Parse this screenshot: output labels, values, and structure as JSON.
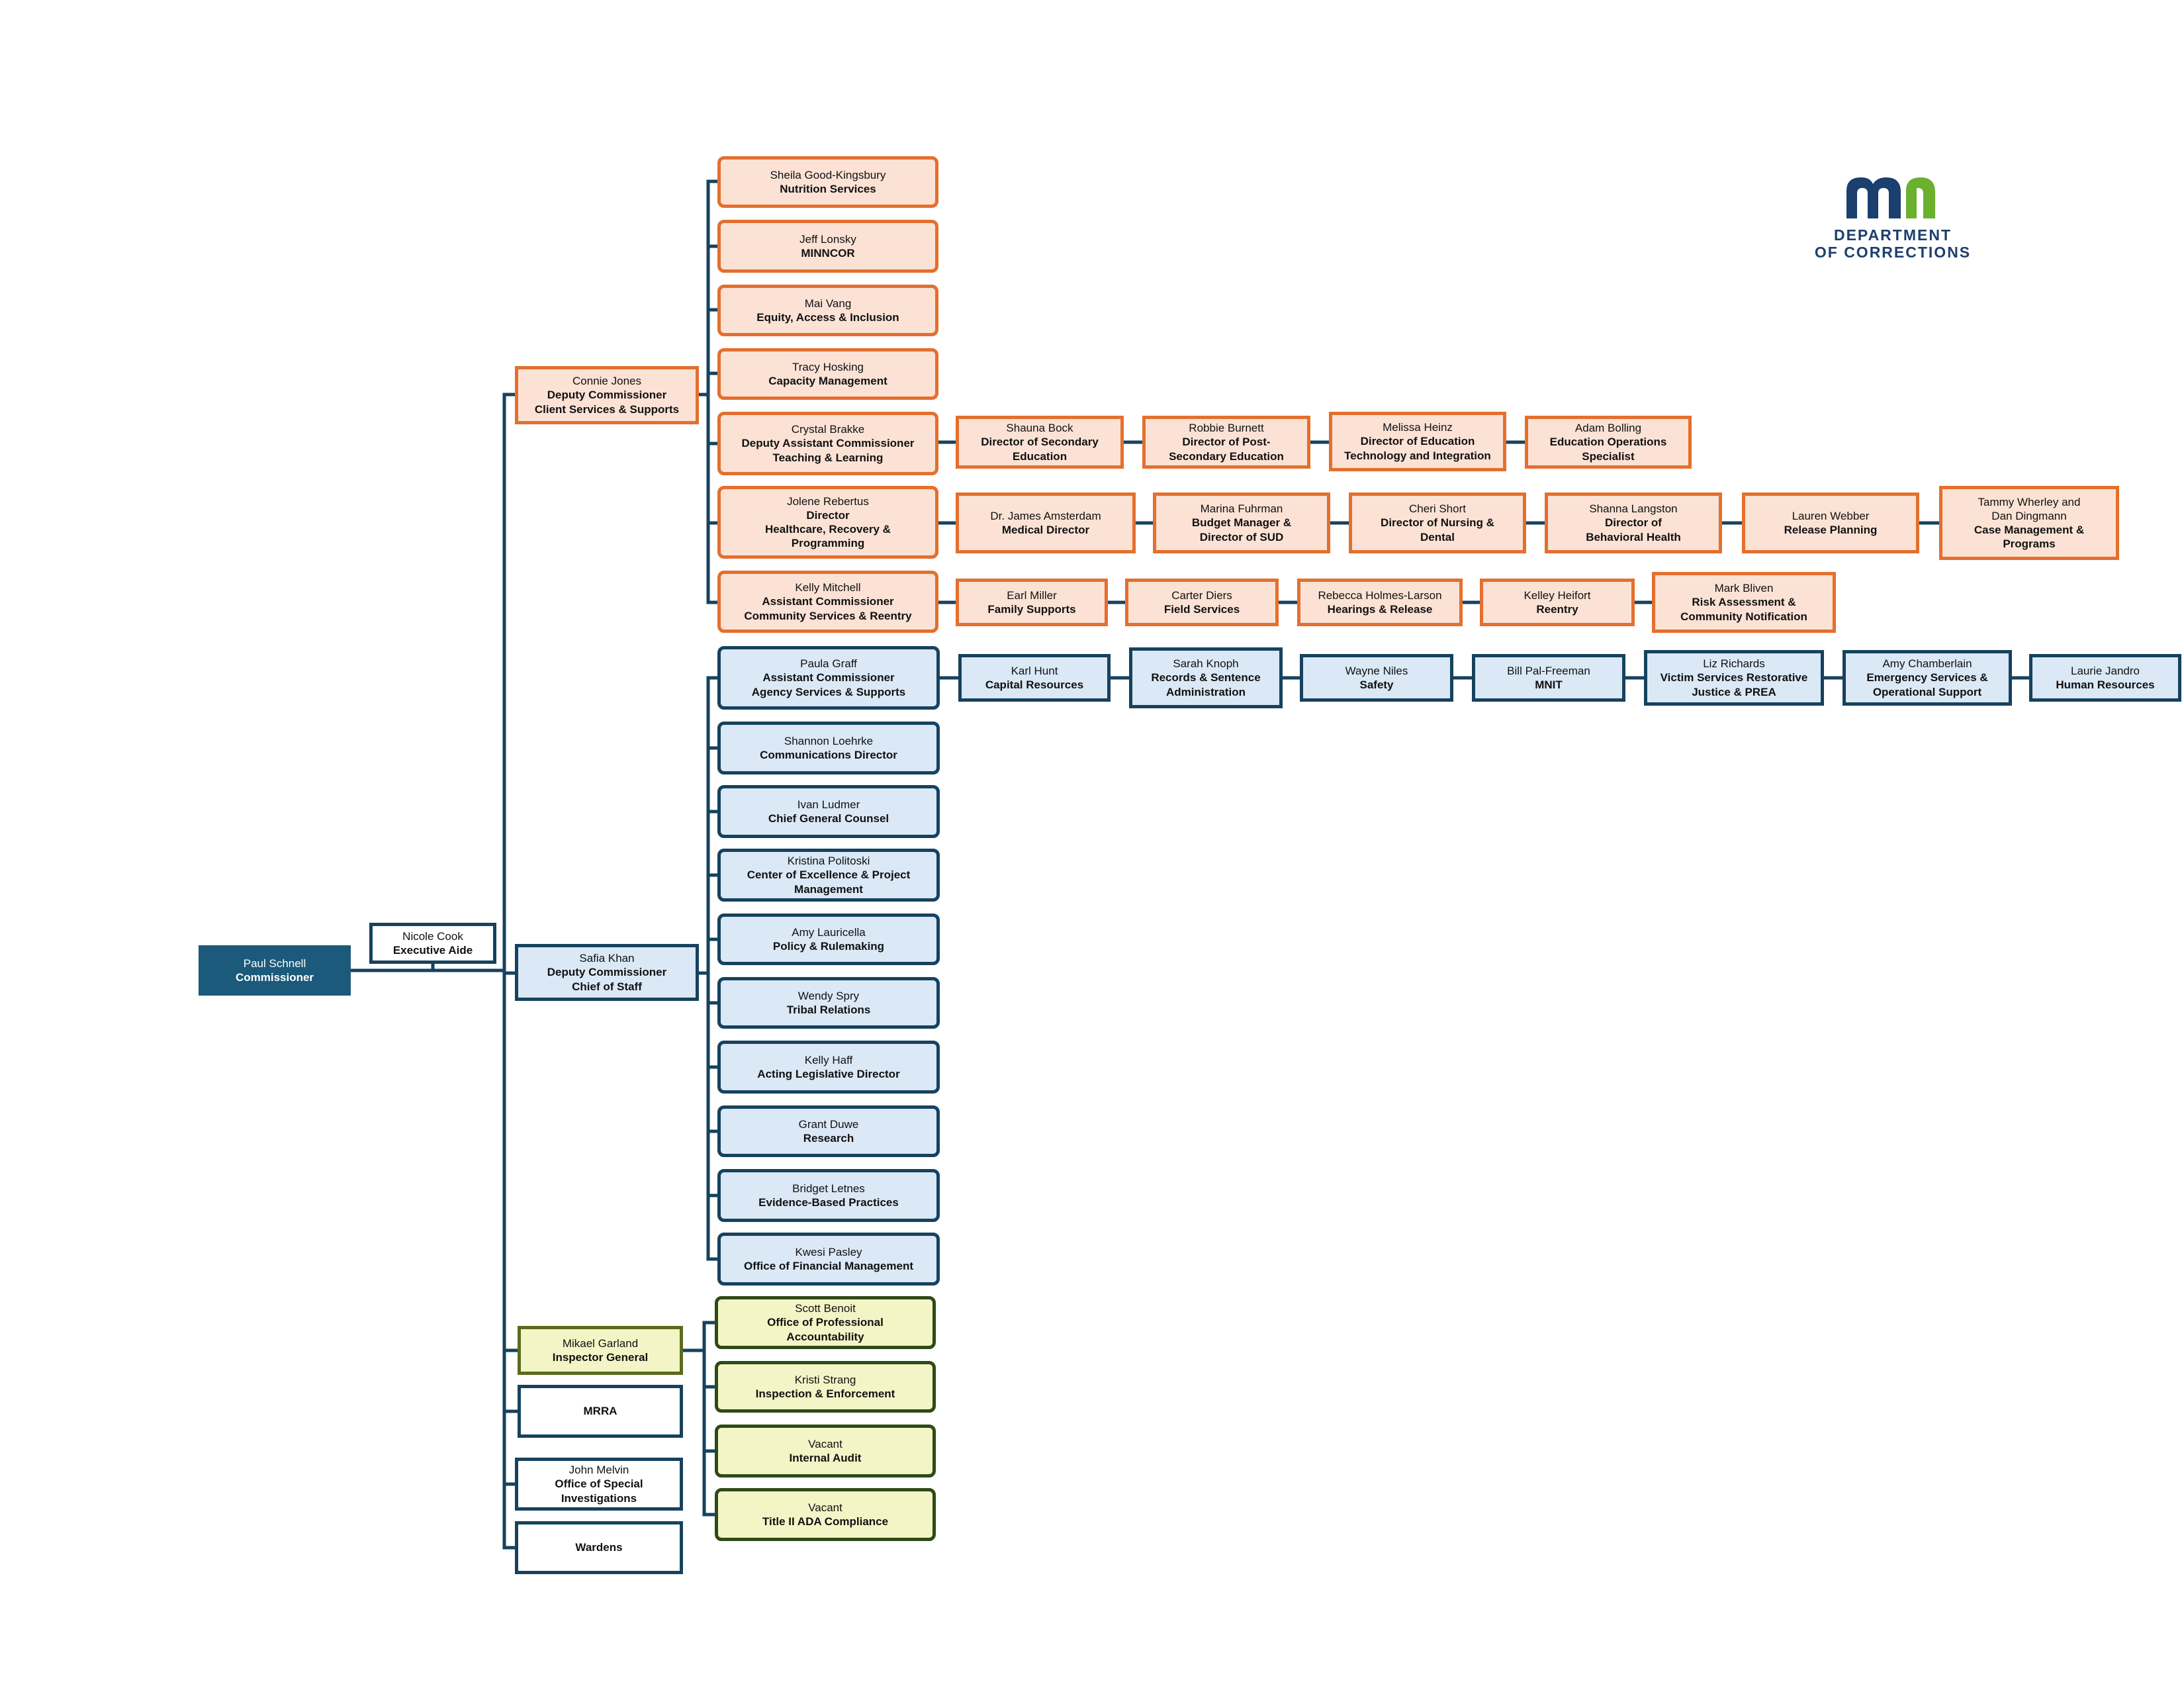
{
  "logo": {
    "mark": "mn",
    "line1": "DEPARTMENT",
    "line2": "OF CORRECTIONS",
    "colors": {
      "navy": "#1b3f6e",
      "green": "#6bb02e"
    }
  },
  "colors": {
    "line": "#16425e",
    "orange_border": "#e46f2e",
    "orange_fill": "#fbe2d5",
    "blue_border": "#16425e",
    "blue_fill": "#dbe8f6",
    "green_border": "#2e4a17",
    "green_fill": "#f4f5c6",
    "commissioner_fill": "#1b5a7a"
  },
  "nodes": {
    "commissioner": {
      "name": "Paul Schnell",
      "title": "Commissioner"
    },
    "exec_aide": {
      "name": "Nicole Cook",
      "title": "Executive Aide"
    },
    "connie": {
      "name": "Connie Jones",
      "title": "Deputy Commissioner\nClient Services & Supports"
    },
    "safia": {
      "name": "Safia Khan",
      "title": "Deputy Commissioner\nChief of Staff"
    },
    "mikael": {
      "name": "Mikael Garland",
      "title": "Inspector General"
    },
    "mrra": {
      "name": "",
      "title": "MRRA"
    },
    "john": {
      "name": "John Melvin",
      "title": "Office of Special\nInvestigations"
    },
    "wardens": {
      "name": "",
      "title": "Wardens"
    },
    "sheila": {
      "name": "Sheila Good-Kingsbury",
      "title": "Nutrition Services"
    },
    "jeff": {
      "name": "Jeff Lonsky",
      "title": "MINNCOR"
    },
    "mai": {
      "name": "Mai Vang",
      "title": "Equity, Access & Inclusion"
    },
    "tracy": {
      "name": "Tracy Hosking",
      "title": "Capacity Management"
    },
    "crystal": {
      "name": "Crystal Brakke",
      "title": "Deputy Assistant Commissioner\nTeaching & Learning"
    },
    "jolene": {
      "name": "Jolene Rebertus",
      "title": "Director\nHealthcare, Recovery &\nProgramming"
    },
    "kelly_m": {
      "name": "Kelly Mitchell",
      "title": "Assistant Commissioner\nCommunity Services & Reentry"
    },
    "shauna": {
      "name": "Shauna Bock",
      "title": "Director of Secondary\nEducation"
    },
    "robbie": {
      "name": "Robbie Burnett",
      "title": "Director of Post-\nSecondary Education"
    },
    "melissa": {
      "name": "Melissa Heinz",
      "title": "Director of Education\nTechnology and Integration"
    },
    "adam": {
      "name": "Adam Bolling",
      "title": "Education Operations\nSpecialist"
    },
    "james": {
      "name": "Dr. James Amsterdam",
      "title": "Medical Director"
    },
    "marina": {
      "name": "Marina Fuhrman",
      "title": "Budget Manager &\nDirector of SUD"
    },
    "cheri": {
      "name": "Cheri Short",
      "title": "Director of Nursing &\nDental"
    },
    "shanna": {
      "name": "Shanna Langston",
      "title": "Director of\nBehavioral Health"
    },
    "lauren": {
      "name": "Lauren Webber",
      "title": "Release Planning"
    },
    "tammy": {
      "name": "Tammy Wherley and\nDan Dingmann",
      "title": "Case Management &\nPrograms"
    },
    "earl": {
      "name": "Earl Miller",
      "title": "Family Supports"
    },
    "carter": {
      "name": "Carter Diers",
      "title": "Field Services"
    },
    "rebecca": {
      "name": "Rebecca Holmes-Larson",
      "title": "Hearings & Release"
    },
    "kelley": {
      "name": "Kelley Heifort",
      "title": "Reentry"
    },
    "mark": {
      "name": "Mark Bliven",
      "title": "Risk Assessment &\nCommunity Notification"
    },
    "paula": {
      "name": "Paula Graff",
      "title": "Assistant Commissioner\nAgency Services & Supports"
    },
    "shannon": {
      "name": "Shannon Loehrke",
      "title": "Communications Director"
    },
    "ivan": {
      "name": "Ivan Ludmer",
      "title": "Chief General Counsel"
    },
    "kristina": {
      "name": "Kristina Politoski",
      "title": "Center of Excellence & Project\nManagement"
    },
    "amy_l": {
      "name": "Amy Lauricella",
      "title": "Policy & Rulemaking"
    },
    "wendy": {
      "name": "Wendy Spry",
      "title": "Tribal Relations"
    },
    "kelly_h": {
      "name": "Kelly Haff",
      "title": "Acting Legislative Director"
    },
    "grant": {
      "name": "Grant Duwe",
      "title": "Research"
    },
    "bridget": {
      "name": "Bridget Letnes",
      "title": "Evidence-Based Practices"
    },
    "kwesi": {
      "name": "Kwesi Pasley",
      "title": "Office of Financial Management"
    },
    "karl": {
      "name": "Karl Hunt",
      "title": "Capital Resources"
    },
    "sarah": {
      "name": "Sarah Knoph",
      "title": "Records & Sentence\nAdministration"
    },
    "wayne": {
      "name": "Wayne Niles",
      "title": "Safety"
    },
    "bill": {
      "name": "Bill Pal-Freeman",
      "title": "MNIT"
    },
    "liz": {
      "name": "Liz Richards",
      "title": "Victim Services Restorative\nJustice & PREA"
    },
    "amy_c": {
      "name": "Amy Chamberlain",
      "title": "Emergency Services &\nOperational Support"
    },
    "laurie": {
      "name": "Laurie Jandro",
      "title": "Human Resources"
    },
    "scott": {
      "name": "Scott Benoit",
      "title": "Office of Professional\nAccountability"
    },
    "kristi": {
      "name": "Kristi Strang",
      "title": "Inspection & Enforcement"
    },
    "vacant1": {
      "name": "Vacant",
      "title": "Internal Audit"
    },
    "vacant2": {
      "name": "Vacant",
      "title": "Title II ADA Compliance"
    }
  }
}
